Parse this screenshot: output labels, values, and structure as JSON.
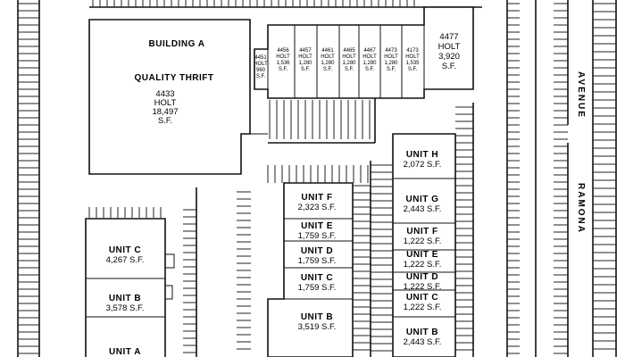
{
  "map": {
    "street_label": "RAMONA",
    "avenue_label": "AVENUE"
  },
  "building_a": {
    "title": "BUILDING A",
    "tenant": "QUALITY THRIFT",
    "address": "4433",
    "street": "HOLT",
    "area": "18,497",
    "area_unit": "S.F."
  },
  "holt_units": [
    {
      "number": "4451",
      "street": "HOLT",
      "area": "960",
      "unit": "S.F."
    },
    {
      "number": "4456",
      "street": "HOLT",
      "area": "1,536",
      "unit": "S.F."
    },
    {
      "number": "4457",
      "street": "HOLT",
      "area": "1,280",
      "unit": "S.F."
    },
    {
      "number": "4461",
      "street": "HOLT",
      "area": "1,280",
      "unit": "S.F."
    },
    {
      "number": "4465",
      "street": "HOLT",
      "area": "1,280",
      "unit": "S.F."
    },
    {
      "number": "4467",
      "street": "HOLT",
      "area": "1,280",
      "unit": "S.F."
    },
    {
      "number": "4473",
      "street": "HOLT",
      "area": "1,280",
      "unit": "S.F."
    },
    {
      "number": "4173",
      "street": "HOLT",
      "area": "1,535",
      "unit": "S.F."
    }
  ],
  "holt_corner": {
    "number": "4477",
    "street": "HOLT",
    "area": "3,920",
    "unit": "S.F."
  },
  "west_building": [
    {
      "name": "UNIT C",
      "area": "4,267 S.F."
    },
    {
      "name": "UNIT B",
      "area": "3,578 S.F."
    },
    {
      "name": "UNIT A",
      "area": ""
    }
  ],
  "middle_building": [
    {
      "name": "UNIT F",
      "area": "2,323 S.F."
    },
    {
      "name": "UNIT E",
      "area": "1,759 S.F."
    },
    {
      "name": "UNIT D",
      "area": "1,759 S.F."
    },
    {
      "name": "UNIT C",
      "area": "1,759 S.F."
    },
    {
      "name": "UNIT B",
      "area": "3,519 S.F."
    }
  ],
  "east_building": [
    {
      "name": "UNIT H",
      "area": "2,072 S.F."
    },
    {
      "name": "UNIT G",
      "area": "2,443 S.F."
    },
    {
      "name": "UNIT F",
      "area": "1,222 S.F."
    },
    {
      "name": "UNIT E",
      "area": "1,222 S.F."
    },
    {
      "name": "UNIT D",
      "area": "1,222 S.F."
    },
    {
      "name": "UNIT C",
      "area": "1,222 S.F."
    },
    {
      "name": "UNIT B",
      "area": "2,443 S.F."
    }
  ]
}
